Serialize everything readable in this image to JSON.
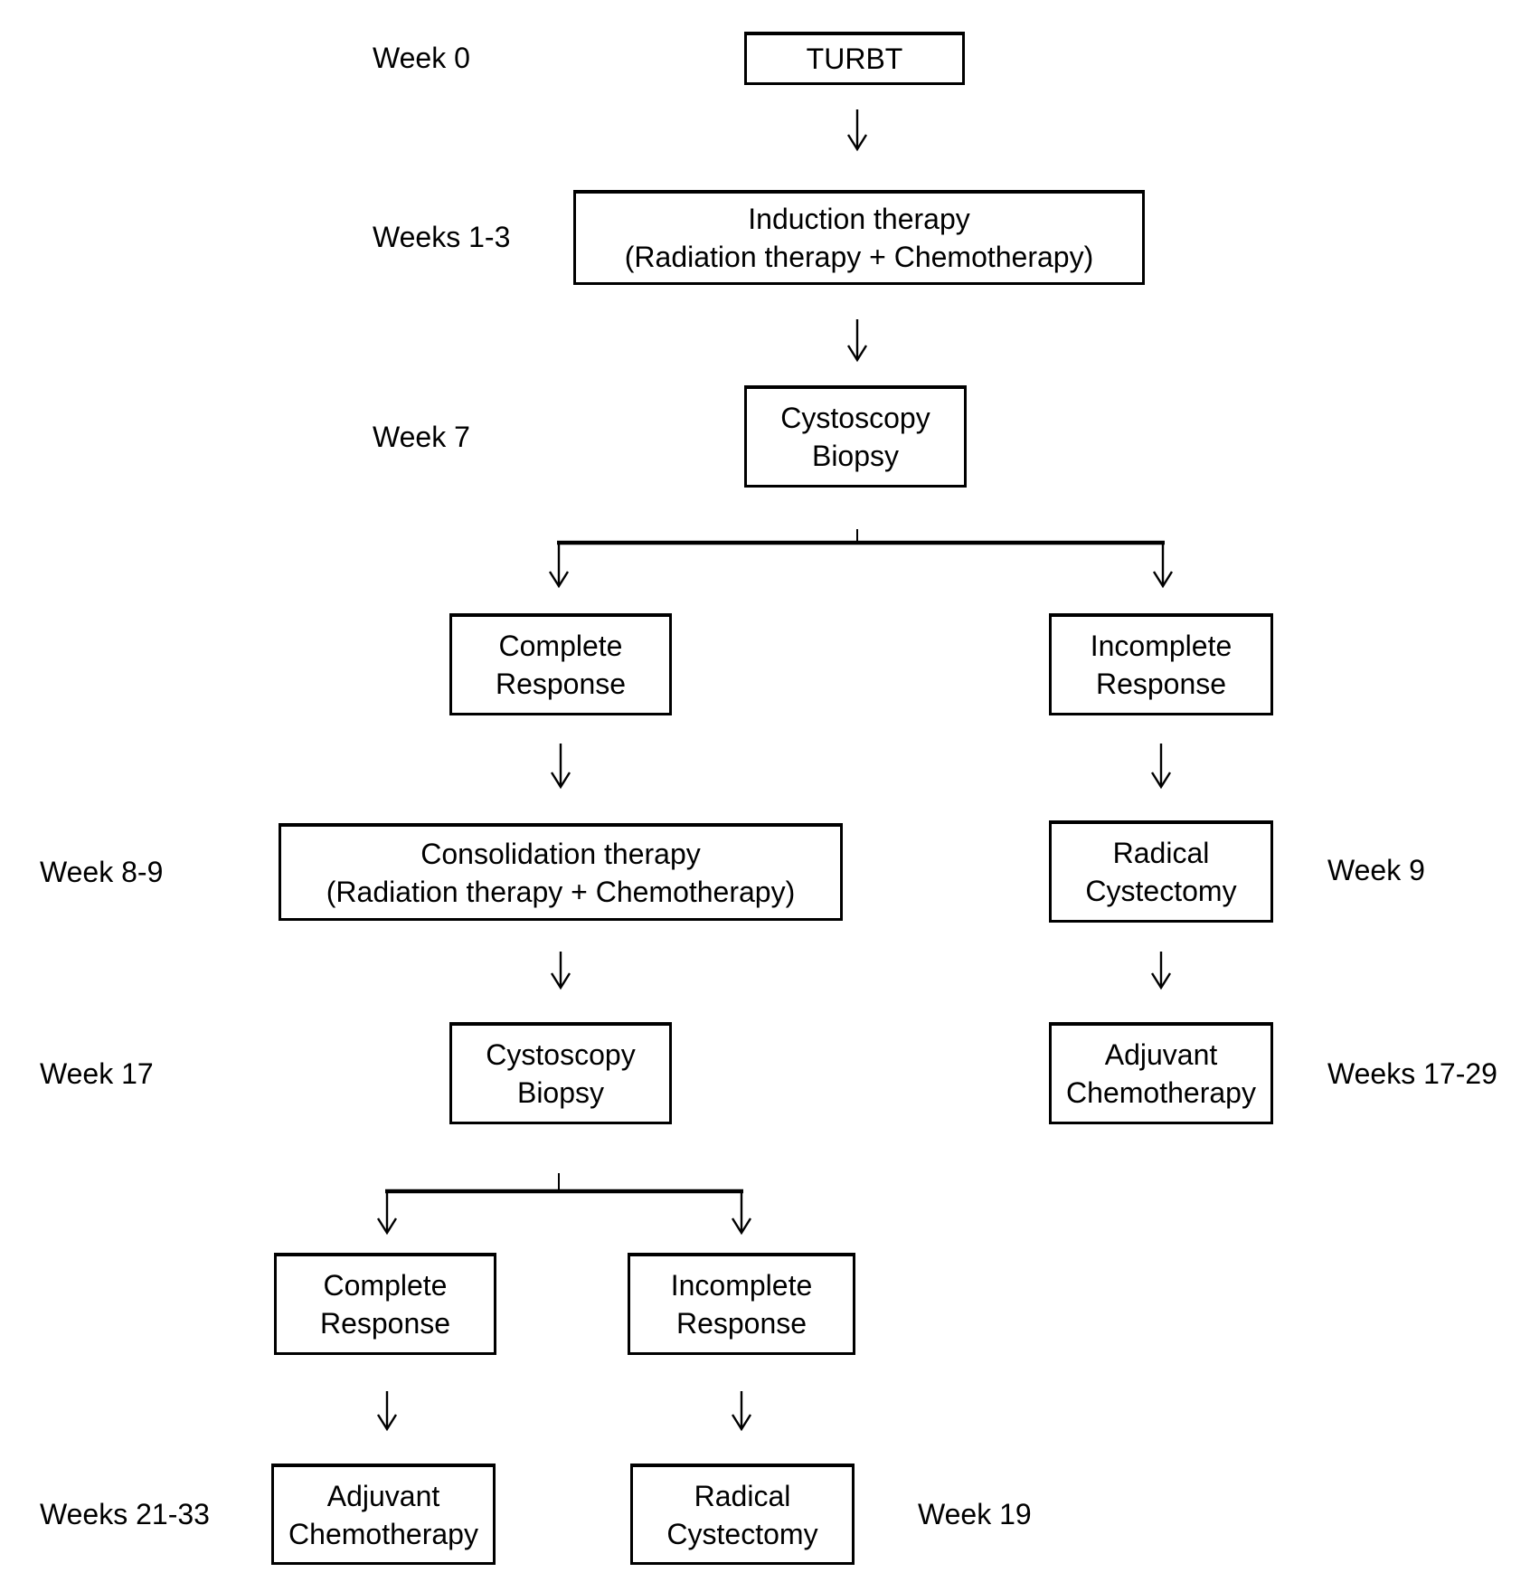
{
  "flowchart": {
    "background_color": "#ffffff",
    "line_color": "#000000",
    "text_color": "#000000",
    "nodes": {
      "turbt": {
        "label": "TURBT"
      },
      "induction": {
        "line1": "Induction therapy",
        "line2": "(Radiation therapy + Chemotherapy)"
      },
      "cystoscopy_week7": {
        "line1": "Cystoscopy",
        "line2": "Biopsy"
      },
      "complete_response_1": {
        "line1": "Complete",
        "line2": "Response"
      },
      "incomplete_response_1": {
        "line1": "Incomplete",
        "line2": "Response"
      },
      "consolidation": {
        "line1": "Consolidation therapy",
        "line2": "(Radiation therapy + Chemotherapy)"
      },
      "radical_cystectomy_1": {
        "line1": "Radical",
        "line2": "Cystectomy"
      },
      "cystoscopy_week17": {
        "line1": "Cystoscopy",
        "line2": "Biopsy"
      },
      "adjuvant_chemotherapy_1": {
        "line1": "Adjuvant",
        "line2": "Chemotherapy"
      },
      "complete_response_2": {
        "line1": "Complete",
        "line2": "Response"
      },
      "incomplete_response_2": {
        "line1": "Incomplete",
        "line2": "Response"
      },
      "adjuvant_chemotherapy_2": {
        "line1": "Adjuvant",
        "line2": "Chemotherapy"
      },
      "radical_cystectomy_2": {
        "line1": "Radical",
        "line2": "Cystectomy"
      }
    },
    "timeline_labels": {
      "week_0": "Week 0",
      "weeks_1_3": "Weeks 1-3",
      "week_7": "Week 7",
      "week_8_9": "Week 8-9",
      "week_17": "Week 17",
      "weeks_21_33": "Weeks 21-33",
      "week_9": "Week 9",
      "weeks_17_29": "Weeks 17-29",
      "week_19": "Week 19"
    }
  }
}
